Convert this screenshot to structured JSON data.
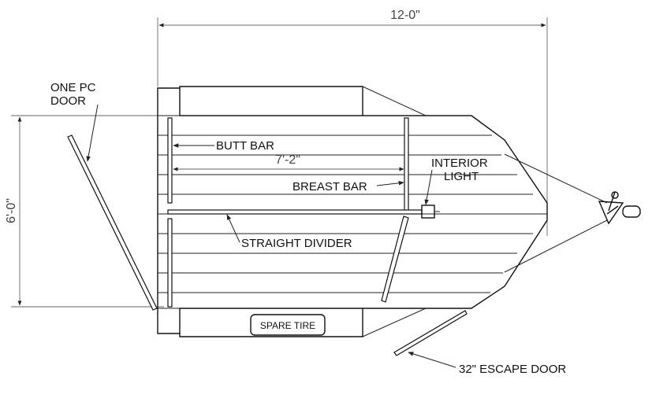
{
  "dimensions": {
    "overall_length": "12-0\"",
    "overall_width": "6'-0\"",
    "stall_length": "7'-2\""
  },
  "labels": {
    "one_pc_door": [
      "ONE PC",
      "DOOR"
    ],
    "butt_bar": "BUTT BAR",
    "breast_bar": "BREAST BAR",
    "interior_light": [
      "INTERIOR",
      "LIGHT"
    ],
    "straight_divider": "STRAIGHT DIVIDER",
    "spare_tire": "SPARE TIRE",
    "escape_door": "32\" ESCAPE DOOR"
  }
}
